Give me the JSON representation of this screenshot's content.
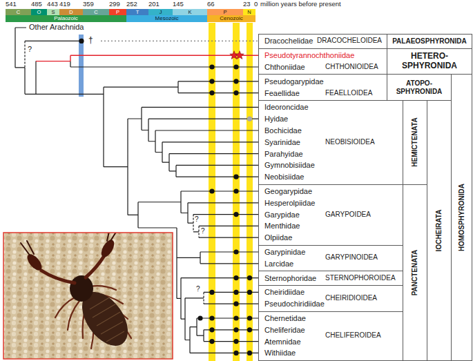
{
  "diagram": {
    "nodes": [
      {
        "text": [
          "Dracochelidae",
          "DRACOCHELOIDEA"
        ]
      },
      {
        "text": [
          "PALAEOSPHYRONIDA"
        ]
      },
      {
        "text": [
          "Pseudotyrannochthoniidae",
          "Chthoniidae",
          "CHTHONIOIDEA"
        ]
      },
      {
        "text": [
          "HETERO- SPHYRONIDA"
        ]
      },
      {
        "text": [
          "Pseudogarypidae",
          "Feaellidae",
          "FEAELLOIDEA"
        ]
      },
      {
        "text": [
          "ATOPO- SPHYRONIDA"
        ]
      },
      {
        "text": [
          "HOMOSPHYRONIDA"
        ]
      },
      {
        "text": [
          "Ideoroncidae",
          "Hyidae",
          "Bochicidae",
          "Syarinidae",
          "Parahyidae",
          "Gymnobisiidae",
          "Neobisiidae",
          "NEOBISIOIDEA"
        ]
      },
      {
        "text": [
          "HEMICTENATA"
        ]
      },
      {
        "text": [
          "IOCHEIRATA"
        ]
      },
      {
        "text": [
          "Geogarypidae",
          "Hesperolpiidae",
          "Garypidae",
          "Menthidae",
          "Olpiidae",
          "GARYPOIDEA"
        ]
      },
      {
        "text": [
          "PANCTENATA"
        ]
      },
      {
        "text": [
          "Garypinidae",
          "Larcidae",
          "GARYPINOIDEA"
        ]
      },
      {
        "text": [
          "Sternophoridae",
          "STERNOPHOROIDEA"
        ]
      },
      {
        "text": [
          "Cheiridiidae",
          "Pseudochiridiidae",
          "CHEIRIDIOIDEA"
        ]
      },
      {
        "text": [
          "Chernetidae",
          "Cheliferidae",
          "Atemnidae",
          "Withiidae",
          "CHELIFEROIDEA"
        ]
      }
    ],
    "labels": [
      "541",
      "485",
      "443",
      "419",
      "359",
      "299",
      "252",
      "201",
      "145",
      "66",
      "23",
      "0",
      "million years before present",
      "C",
      "O",
      "S",
      "D",
      "C",
      "P",
      "T",
      "J",
      "K",
      "P",
      "N",
      "Palaozoic",
      "Mesozoic",
      "Cenozoic",
      "Other Arachnida",
      "†",
      "?",
      "?",
      "?",
      "?"
    ]
  }
}
